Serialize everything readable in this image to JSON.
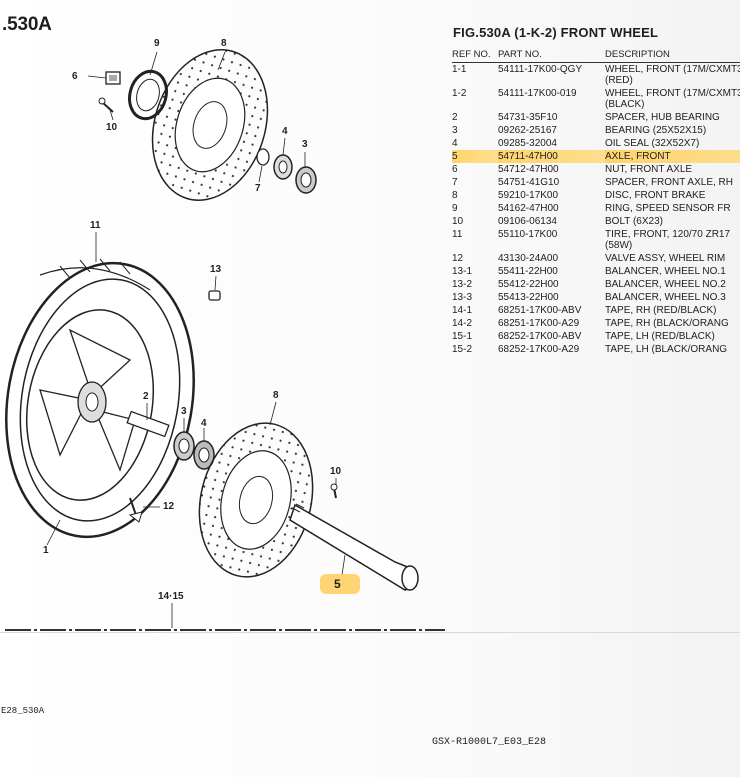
{
  "figure_ref": ".530A",
  "title": "FIG.530A (1-K-2) FRONT WHEEL",
  "columns": {
    "ref": "REF NO.",
    "part": "PART NO.",
    "desc": "DESCRIPTION"
  },
  "parts": [
    {
      "ref": "1-1",
      "part": "54111-17K00-QGY",
      "desc": "WHEEL, FRONT (17M/CXMT3",
      "desc2": "(RED)"
    },
    {
      "ref": "1-2",
      "part": "54111-17K00-019",
      "desc": "WHEEL, FRONT (17M/CXMT3",
      "desc2": "(BLACK)"
    },
    {
      "ref": "2",
      "part": "54731-35F10",
      "desc": "SPACER, HUB BEARING"
    },
    {
      "ref": "3",
      "part": "09262-25167",
      "desc": "BEARING (25X52X15)"
    },
    {
      "ref": "4",
      "part": "09285-32004",
      "desc": "OIL SEAL (32X52X7)"
    },
    {
      "ref": "5",
      "part": "54711-47H00",
      "desc": "AXLE, FRONT",
      "highlight": true
    },
    {
      "ref": "6",
      "part": "54712-47H00",
      "desc": "NUT, FRONT AXLE"
    },
    {
      "ref": "7",
      "part": "54751-41G10",
      "desc": "SPACER, FRONT AXLE, RH"
    },
    {
      "ref": "8",
      "part": "59210-17K00",
      "desc": "DISC, FRONT BRAKE"
    },
    {
      "ref": "9",
      "part": "54162-47H00",
      "desc": "RING, SPEED SENSOR FR"
    },
    {
      "ref": "10",
      "part": "09106-06134",
      "desc": "BOLT (6X23)"
    },
    {
      "ref": "11",
      "part": "55110-17K00",
      "desc": "TIRE, FRONT, 120/70 ZR17",
      "desc2": "(58W)"
    },
    {
      "ref": "12",
      "part": "43130-24A00",
      "desc": "VALVE ASSY, WHEEL RIM"
    },
    {
      "ref": "13-1",
      "part": "55411-22H00",
      "desc": "BALANCER, WHEEL NO.1"
    },
    {
      "ref": "13-2",
      "part": "55412-22H00",
      "desc": "BALANCER, WHEEL NO.2"
    },
    {
      "ref": "13-3",
      "part": "55413-22H00",
      "desc": "BALANCER, WHEEL NO.3"
    },
    {
      "ref": "14-1",
      "part": "68251-17K00-ABV",
      "desc": "TAPE, RH (RED/BLACK)"
    },
    {
      "ref": "14-2",
      "part": "68251-17K00-A29",
      "desc": "TAPE, RH (BLACK/ORANG"
    },
    {
      "ref": "15-1",
      "part": "68252-17K00-ABV",
      "desc": "TAPE, LH (RED/BLACK)"
    },
    {
      "ref": "15-2",
      "part": "68252-17K00-A29",
      "desc": "TAPE, LH (BLACK/ORANG"
    }
  ],
  "callouts": {
    "c9": "9",
    "c8_top": "8",
    "c6": "6",
    "c10_top": "10",
    "c4_top": "4",
    "c3": "3",
    "c7": "7",
    "c11": "11",
    "c13": "13",
    "c2": "2",
    "c3_low": "3",
    "c4_low": "4",
    "c8_low": "8",
    "c10_low": "10",
    "c12": "12",
    "c1": "1",
    "c5": "5",
    "c14_15": "14·15"
  },
  "footer_left": "E28_530A",
  "footer_right": "GSX-R1000L7_E03_E28",
  "colors": {
    "highlight": "#ffcd5a",
    "ink": "#1e1e1e"
  }
}
